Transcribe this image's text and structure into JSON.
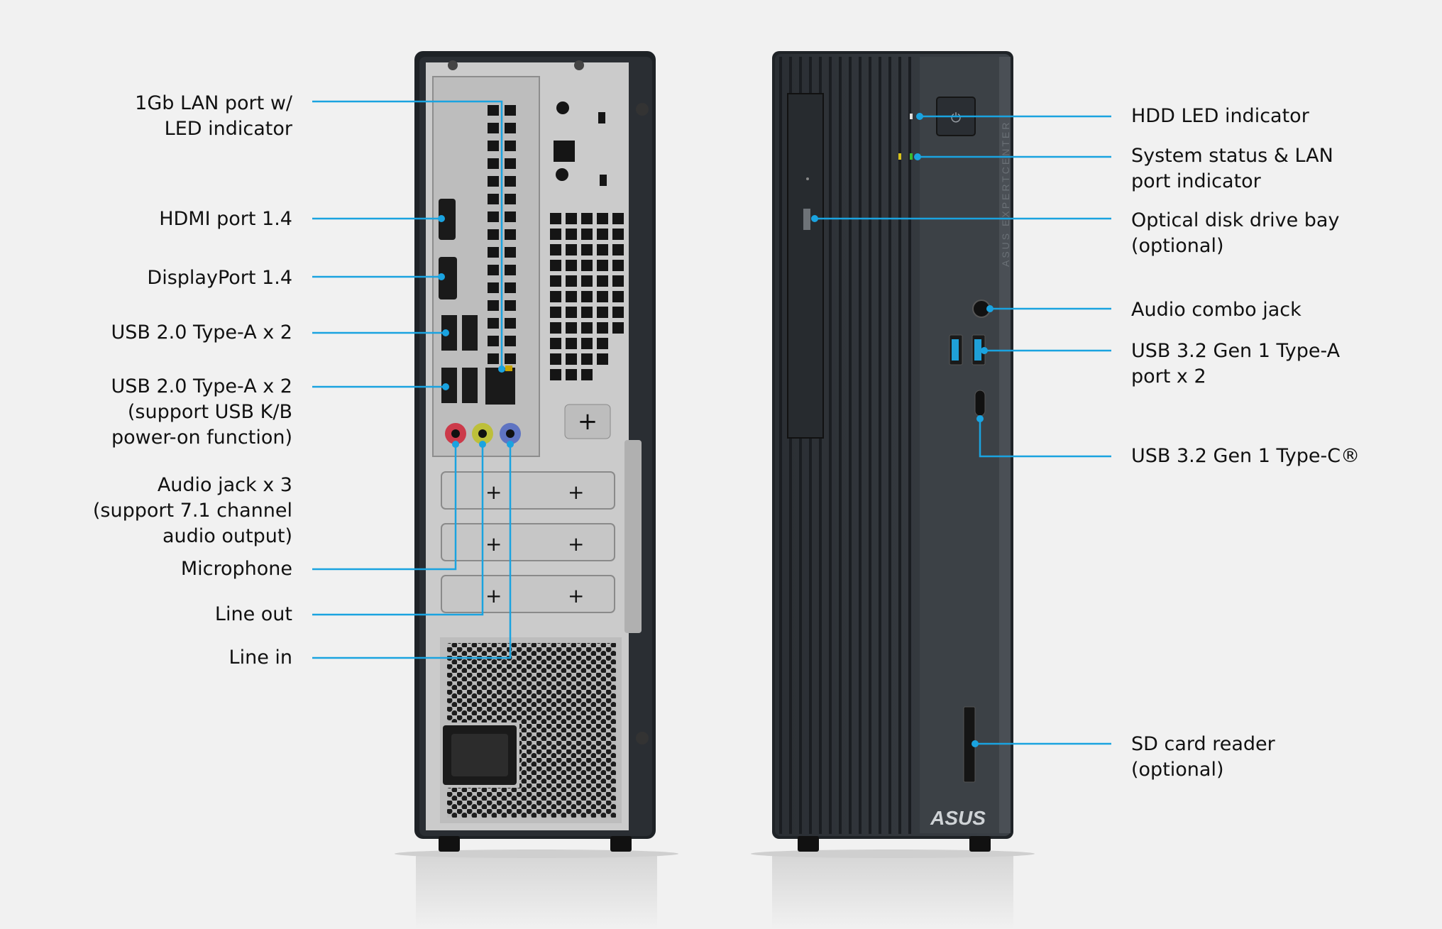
{
  "colors": {
    "callout": "#1aa3e0",
    "background": "#f1f1f1",
    "chassis": "#2b2f33",
    "ioplate": "#c6c6c6"
  },
  "rear_labels": [
    {
      "lines": [
        "1Gb LAN port w/",
        "LED indicator"
      ]
    },
    {
      "lines": [
        "HDMI port 1.4"
      ]
    },
    {
      "lines": [
        "DisplayPort 1.4"
      ]
    },
    {
      "lines": [
        "USB 2.0 Type-A x 2"
      ]
    },
    {
      "lines": [
        "USB 2.0 Type-A x 2",
        "(support USB K/B",
        "power-on function)"
      ]
    },
    {
      "lines": [
        "Audio jack x 3",
        "(support 7.1 channel",
        "audio output)"
      ]
    },
    {
      "lines": [
        "Microphone"
      ]
    },
    {
      "lines": [
        "Line out"
      ]
    },
    {
      "lines": [
        "Line in"
      ]
    }
  ],
  "front_labels": [
    {
      "lines": [
        "HDD LED indicator"
      ]
    },
    {
      "lines": [
        "System status & LAN",
        "port indicator"
      ]
    },
    {
      "lines": [
        "Optical disk drive bay",
        "(optional)"
      ]
    },
    {
      "lines": [
        "Audio combo jack"
      ]
    },
    {
      "lines": [
        "USB 3.2 Gen 1 Type-A",
        "port x 2"
      ]
    },
    {
      "lines": [
        "USB 3.2 Gen 1 Type-C®"
      ]
    },
    {
      "lines": [
        "SD card reader",
        "(optional)"
      ]
    }
  ],
  "branding": {
    "logo": "ASUS",
    "side_text": "ASUS EXPERTCENTER"
  }
}
